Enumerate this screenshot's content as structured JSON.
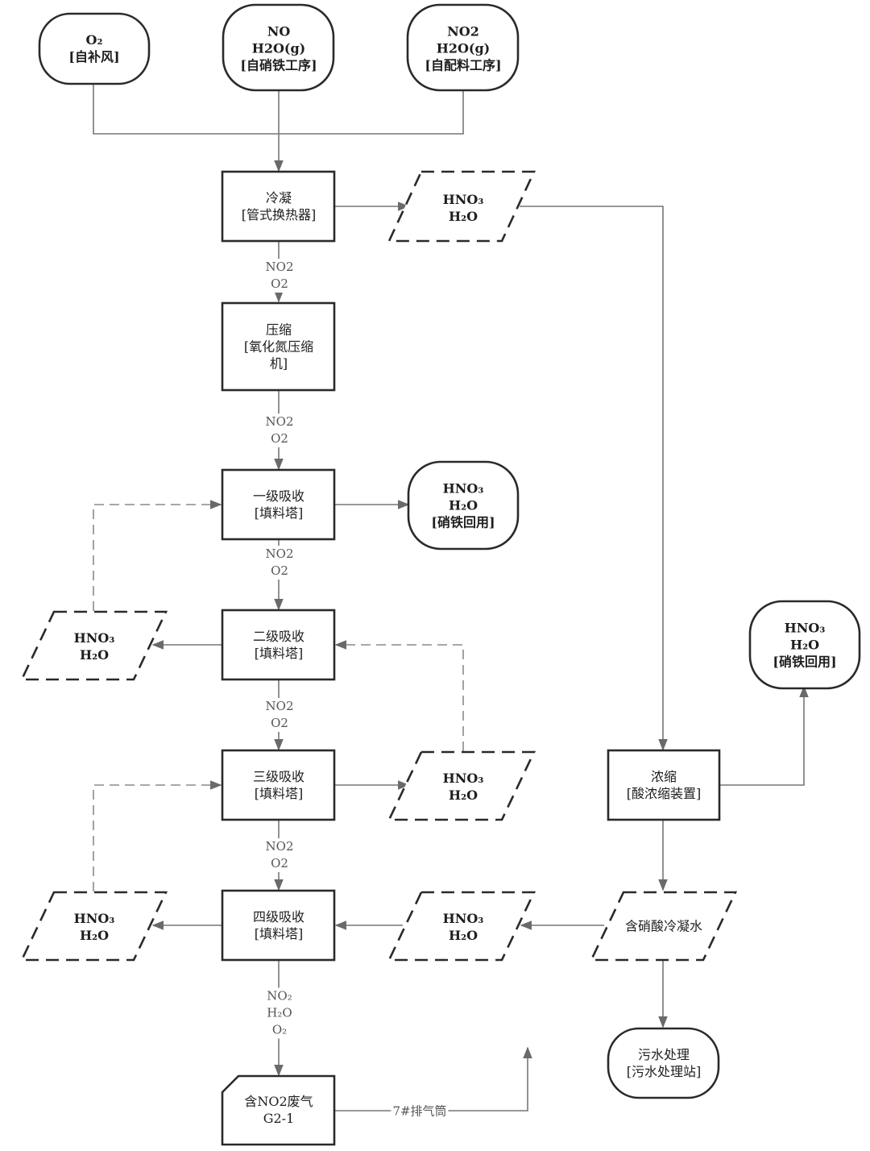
{
  "nodes": {
    "o2_source": "O₂\n[自补风]",
    "no_source": "NO\nH2O(g)\n[自硝铁工序]",
    "no2_source": "NO2\nH2O(g)\n[自配料工序]",
    "condense": "冷凝\n[管式换热器]",
    "condensate_1": "HNO₃\nH₂O",
    "compress": "压缩\n[氧化氮压缩\n机]",
    "absorb_1": "一级吸收\n[填料塔]",
    "acid_recycle_1": "HNO₃\nH₂O\n[硝铁回用]",
    "absorb_2": "二级吸收\n[填料塔]",
    "acid_left_2": "HNO₃\nH₂O",
    "absorb_3": "三级吸收\n[填料塔]",
    "acid_right_3": "HNO₃\nH₂O",
    "absorb_4": "四级吸收\n[填料塔]",
    "acid_left_4": "HNO₃\nH₂O",
    "acid_right_4": "HNO₃\nH₂O",
    "concentrate": "浓缩\n[酸浓缩装置]",
    "acid_recycle_2": "HNO₃\nH₂O\n[硝铁回用]",
    "condensate_water": "含硝酸冷凝水",
    "wastewater": "污水处理\n[污水处理站]",
    "waste_gas": "含NO2废气\nG2-1"
  },
  "flow_labels": {
    "after_condense": "NO2\nO2",
    "after_compress": "NO2\nO2",
    "after_absorb_1": "NO2\nO2",
    "after_absorb_2": "NO2\nO2",
    "after_absorb_3": "NO2\nO2",
    "after_absorb_4": "NO₂\nH₂O\nO₂",
    "stack": "7#排气筒"
  }
}
